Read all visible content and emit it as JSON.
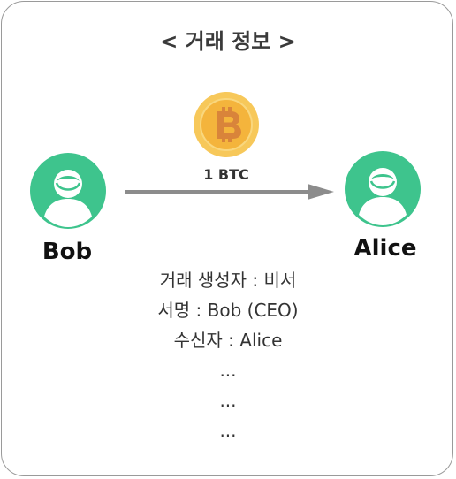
{
  "title": "< 거래 정보 >",
  "transfer": {
    "coin_icon": "bitcoin-coin-icon",
    "amount": "1 BTC"
  },
  "sender": {
    "name": "Bob",
    "icon": "user-avatar-icon"
  },
  "receiver": {
    "name": "Alice",
    "icon": "user-avatar-icon"
  },
  "details": [
    "거래 생성자 : 비서",
    "서명 :  Bob (CEO)",
    "수신자 : Alice",
    "...",
    "...",
    "..."
  ],
  "colors": {
    "avatar": "#3ec48d",
    "coin_outer": "#f7c85a",
    "coin_inner": "#f4b43c",
    "coin_symbol": "#d9843a",
    "arrow": "#8c8c8c",
    "frame": "#9a9a9a"
  }
}
